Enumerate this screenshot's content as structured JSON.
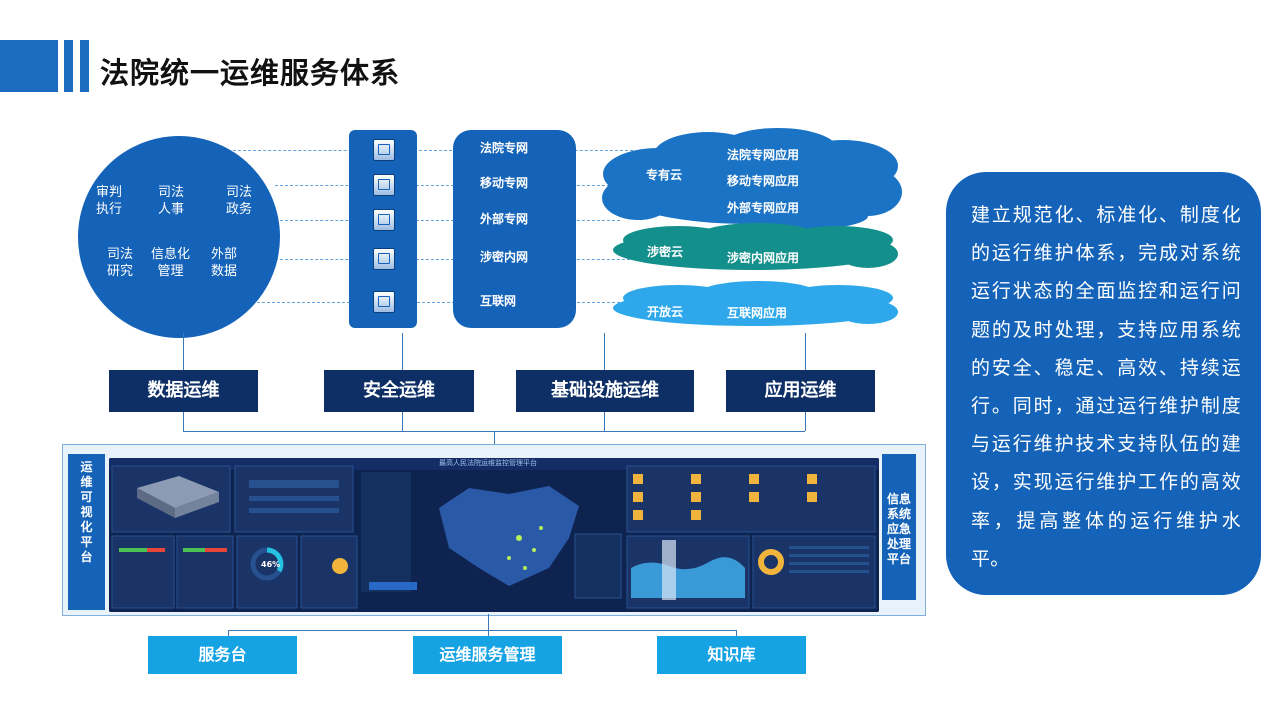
{
  "header": {
    "title": "法院统一运维服务体系"
  },
  "circle_items": [
    "审判\n执行",
    "司法\n人事",
    "司法\n政务",
    "司法\n研究",
    "信息化\n管理",
    "外部\n数据"
  ],
  "networks": [
    "法院专网",
    "移动专网",
    "外部专网",
    "涉密内网",
    "互联网"
  ],
  "clouds": {
    "private": {
      "name": "专有云",
      "apps": [
        "法院专网应用",
        "移动专网应用",
        "外部专网应用"
      ]
    },
    "secret": {
      "name": "涉密云",
      "apps": [
        "涉密内网应用"
      ]
    },
    "open": {
      "name": "开放云",
      "apps": [
        "互联网应用"
      ]
    }
  },
  "ops_boxes": [
    "数据运维",
    "安全运维",
    "基础设施运维",
    "应用运维"
  ],
  "platform": {
    "left_label": "运\n维\n可\n视\n化\n平\n台",
    "right_label": "信息\n系统\n应急\n处理\n平台",
    "dashboard_title": "最高人民法院运维监控管理平台",
    "gauge_value": "46%"
  },
  "bottom_boxes": [
    "服务台",
    "运维服务管理",
    "知识库"
  ],
  "description": "建立规范化、标准化、制度化的运行维护体系，完成对系统运行状态的全面监控和运行问题的及时处理，支持应用系统的安全、稳定、高效、持续运行。同时，通过运行维护制度与运行维护技术支持队伍的建设，实现运行维护工作的高效率，提高整体的运行维护水平。",
  "colors": {
    "primary": "#1463b8",
    "navy": "#0d2f66",
    "cyan": "#16a3e3",
    "private_cloud": "#1a73c4",
    "secret_cloud": "#14908c",
    "open_cloud": "#2ea8ea"
  }
}
